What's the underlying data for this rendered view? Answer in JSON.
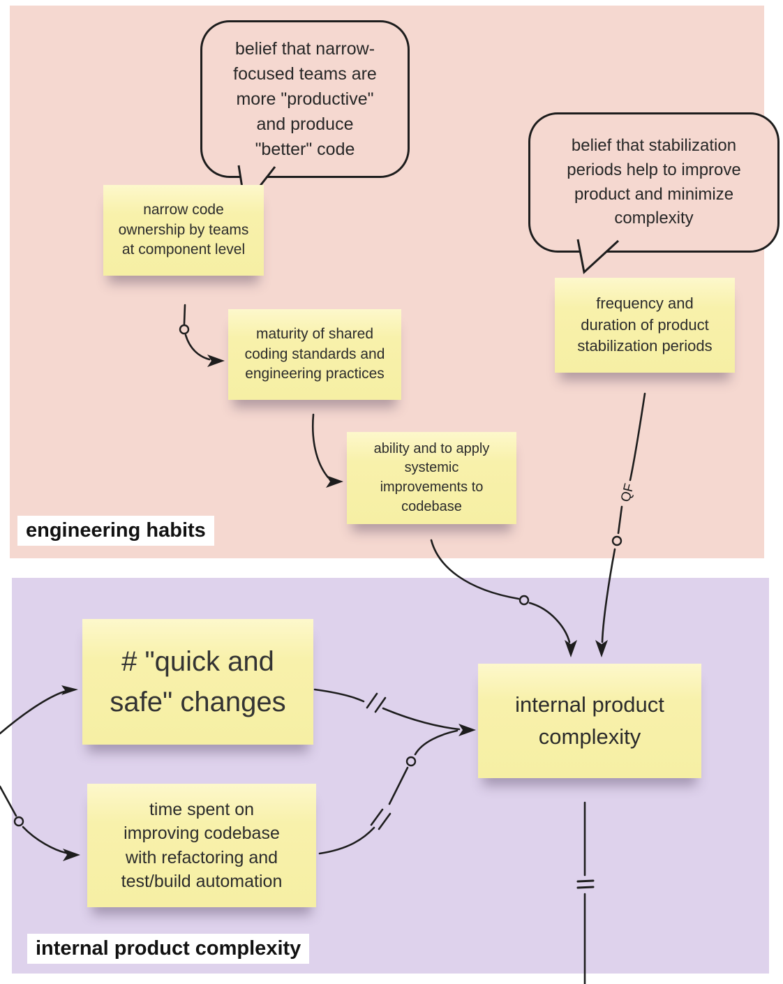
{
  "sections": [
    {
      "label": "engineering habits",
      "bg_color": "#f5d8d0"
    },
    {
      "label": "internal product complexity",
      "bg_color": "#ded2ec"
    }
  ],
  "speech_bubbles": [
    {
      "text": "belief that narrow-\nfocused teams are\nmore \"productive\"\nand produce\n\"better\" code"
    },
    {
      "text": "belief that stabilization\nperiods help to improve\nproduct and minimize\ncomplexity"
    }
  ],
  "stickies": [
    {
      "id": "narrow-code-ownership",
      "text": "narrow code\nownership by teams\nat component level"
    },
    {
      "id": "maturity-shared-standards",
      "text": "maturity of shared\ncoding standards and\nengineering practices"
    },
    {
      "id": "ability-systemic-improvements",
      "text": "ability and to apply\nsystemic\nimprovements to\ncodebase"
    },
    {
      "id": "stabilization-frequency",
      "text": "frequency and\nduration of product\nstabilization periods"
    },
    {
      "id": "quick-safe-changes",
      "text": "# \"quick and\nsafe\" changes"
    },
    {
      "id": "internal-product-complexity",
      "text": "internal product\ncomplexity"
    },
    {
      "id": "time-spent-improving",
      "text": "time spent on\nimproving codebase\nwith refactoring and\ntest/build automation"
    }
  ],
  "connectors": {
    "qf_label": "QF",
    "polarity_marker": "o",
    "delay_marker": "//",
    "links": [
      {
        "from": "narrow code ownership by teams at component level",
        "to": "maturity of shared coding standards and engineering practices",
        "polarity": "o"
      },
      {
        "from": "maturity of shared coding standards and engineering practices",
        "to": "ability and to apply systemic improvements to codebase",
        "polarity": ""
      },
      {
        "from": "ability and to apply systemic improvements to codebase",
        "to": "internal product complexity",
        "polarity": "o"
      },
      {
        "from": "frequency and duration of product stabilization periods",
        "to": "internal product complexity",
        "polarity": "o",
        "label": "QF"
      },
      {
        "from": "offscreen-left",
        "to": "# \"quick and safe\" changes",
        "polarity": ""
      },
      {
        "from": "offscreen-left",
        "to": "time spent on improving codebase with refactoring and test/build automation",
        "polarity": "o"
      },
      {
        "from": "# \"quick and safe\" changes",
        "to": "internal product complexity",
        "polarity": "",
        "delay": true
      },
      {
        "from": "time spent on improving codebase with refactoring and test/build automation",
        "to": "internal product complexity",
        "polarity": "o",
        "delay": true
      },
      {
        "from": "internal product complexity",
        "to": "offscreen-bottom",
        "delay": true
      }
    ]
  },
  "colors": {
    "sticky_yellow": "#f8f1ab",
    "pink_region": "#f5d8d0",
    "purple_region": "#ded2ec",
    "line": "#1d1d1d",
    "text": "#2b2b2b"
  }
}
